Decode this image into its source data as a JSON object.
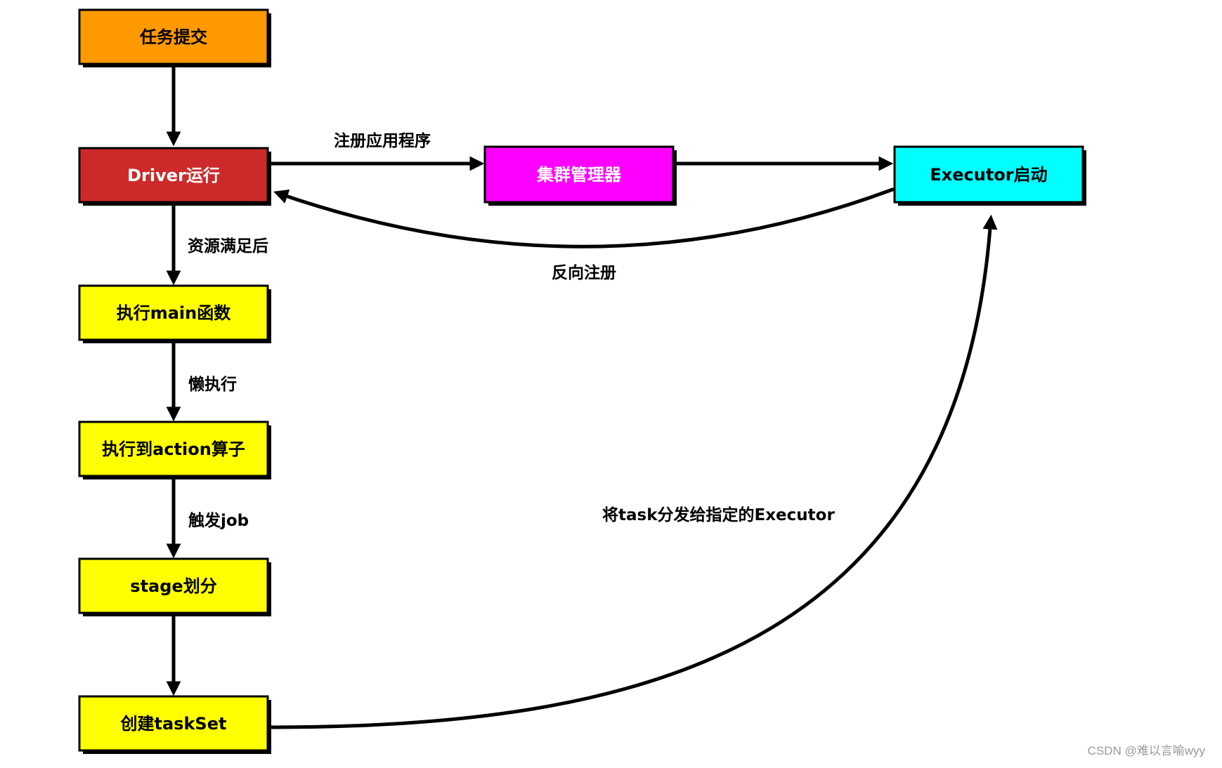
{
  "nodes": {
    "submit": {
      "label": "任务提交",
      "color": "#FF9900"
    },
    "driver": {
      "label": "Driver运行",
      "color": "#CC2A2A"
    },
    "cluster": {
      "label": "集群管理器",
      "color": "#FF00FF"
    },
    "executor": {
      "label": "Executor启动",
      "color": "#00FFFF"
    },
    "main": {
      "label": "执行main函数",
      "color": "#FFFF00"
    },
    "action": {
      "label": "执行到action算子",
      "color": "#FFFF00"
    },
    "stage": {
      "label": "stage划分",
      "color": "#FFFF00"
    },
    "taskset": {
      "label": "创建taskSet",
      "color": "#FFFF00"
    }
  },
  "edges": {
    "register_app": "注册应用程序",
    "reverse_register": "反向注册",
    "resources_ready": "资源满足后",
    "lazy_exec": "懒执行",
    "trigger_job": "触发job",
    "dispatch_task": "将task分发给指定的Executor"
  },
  "watermark": "CSDN @难以言喻wyy"
}
